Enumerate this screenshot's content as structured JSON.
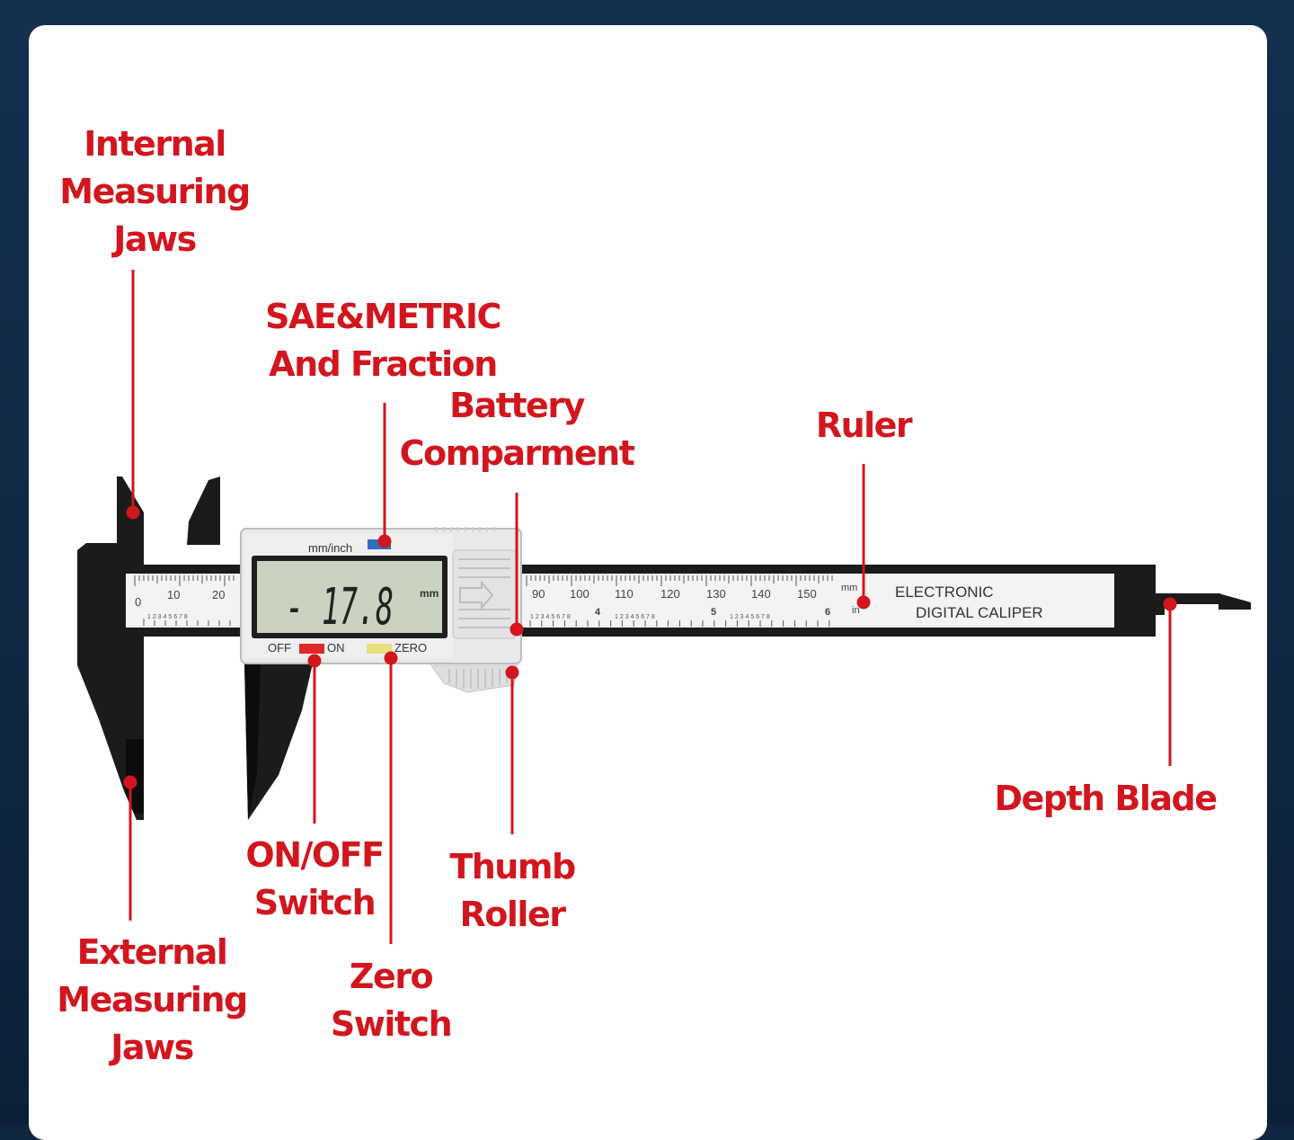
{
  "colors": {
    "annotation_red": "#d2161e",
    "caliper_black": "#1b1b1b",
    "display_green": "#c9d3c0",
    "off_on_button": "#e02828",
    "zero_button": "#e8e07a",
    "unit_button": "#2e6fc0"
  },
  "labels": {
    "internal_jaws": [
      "Internal",
      "Measuring",
      "Jaws"
    ],
    "sae_metric": [
      "SAE&METRIC",
      "And Fraction"
    ],
    "battery": [
      "Battery",
      "Comparment"
    ],
    "ruler": [
      "Ruler"
    ],
    "depth_blade": [
      "Depth Blade"
    ],
    "on_off": [
      "ON/OFF",
      "Switch"
    ],
    "thumb_roller": [
      "Thumb",
      "Roller"
    ],
    "zero_switch": [
      "Zero",
      "Switch"
    ],
    "external_jaws": [
      "External",
      "Measuring",
      "Jaws"
    ]
  },
  "caliper": {
    "reading": "- 17.8",
    "reading_unit": "mm",
    "unit_toggle_label": "mm/inch",
    "off_label": "OFF",
    "on_label": "ON",
    "zero_label": "ZERO",
    "left_scale_numbers": [
      "0",
      "10",
      "20"
    ],
    "right_scale_numbers": [
      "90",
      "100",
      "110",
      "120",
      "130",
      "140",
      "150"
    ],
    "inch_digits": "1 2 3 4 5 6 7 8",
    "inch_major_labels": [
      "4",
      "5",
      "6"
    ],
    "unit_mm": "mm",
    "unit_in": "in",
    "brand_line1": "ELECTRONIC",
    "brand_line2": "DIGITAL CALIPER"
  }
}
